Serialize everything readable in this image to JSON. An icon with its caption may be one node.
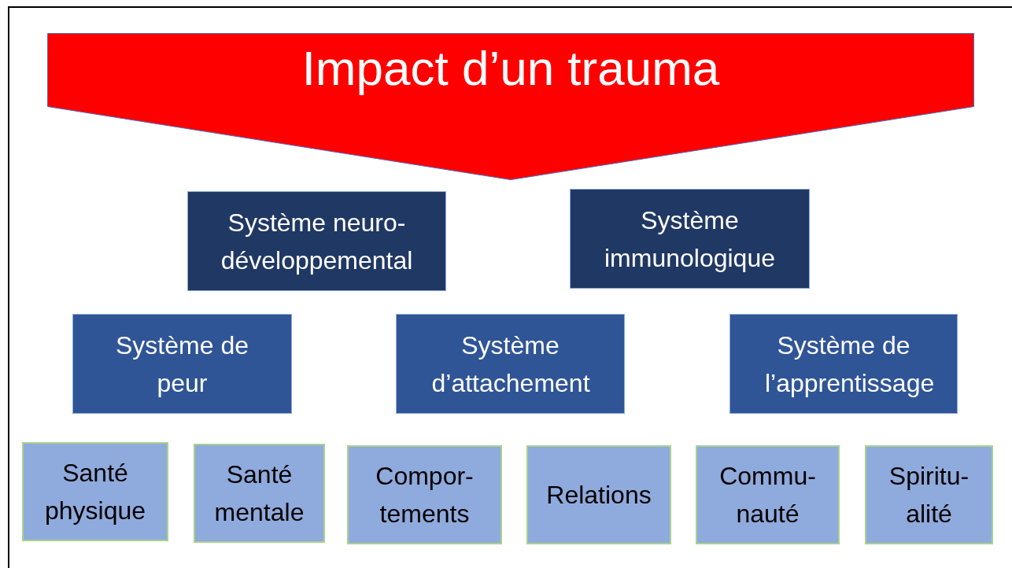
{
  "diagram": {
    "nodes": [
      {
        "text": [
          "Impact d’un trauma"
        ]
      },
      {
        "text": [
          "Système neuro- développemental"
        ]
      },
      {
        "text": [
          "Système immunologique"
        ]
      },
      {
        "text": [
          "Système de peur"
        ]
      },
      {
        "text": [
          "Système d’attachement"
        ]
      },
      {
        "text": [
          "Système de l’apprentissage"
        ]
      },
      {
        "text": [
          "Santé physique"
        ]
      },
      {
        "text": [
          "Santé mentale"
        ]
      },
      {
        "text": [
          "Compor- tements"
        ]
      },
      {
        "text": [
          "Relations"
        ]
      },
      {
        "text": [
          "Commu- nauté"
        ]
      },
      {
        "text": [
          "Spiritu- alité"
        ]
      }
    ]
  }
}
